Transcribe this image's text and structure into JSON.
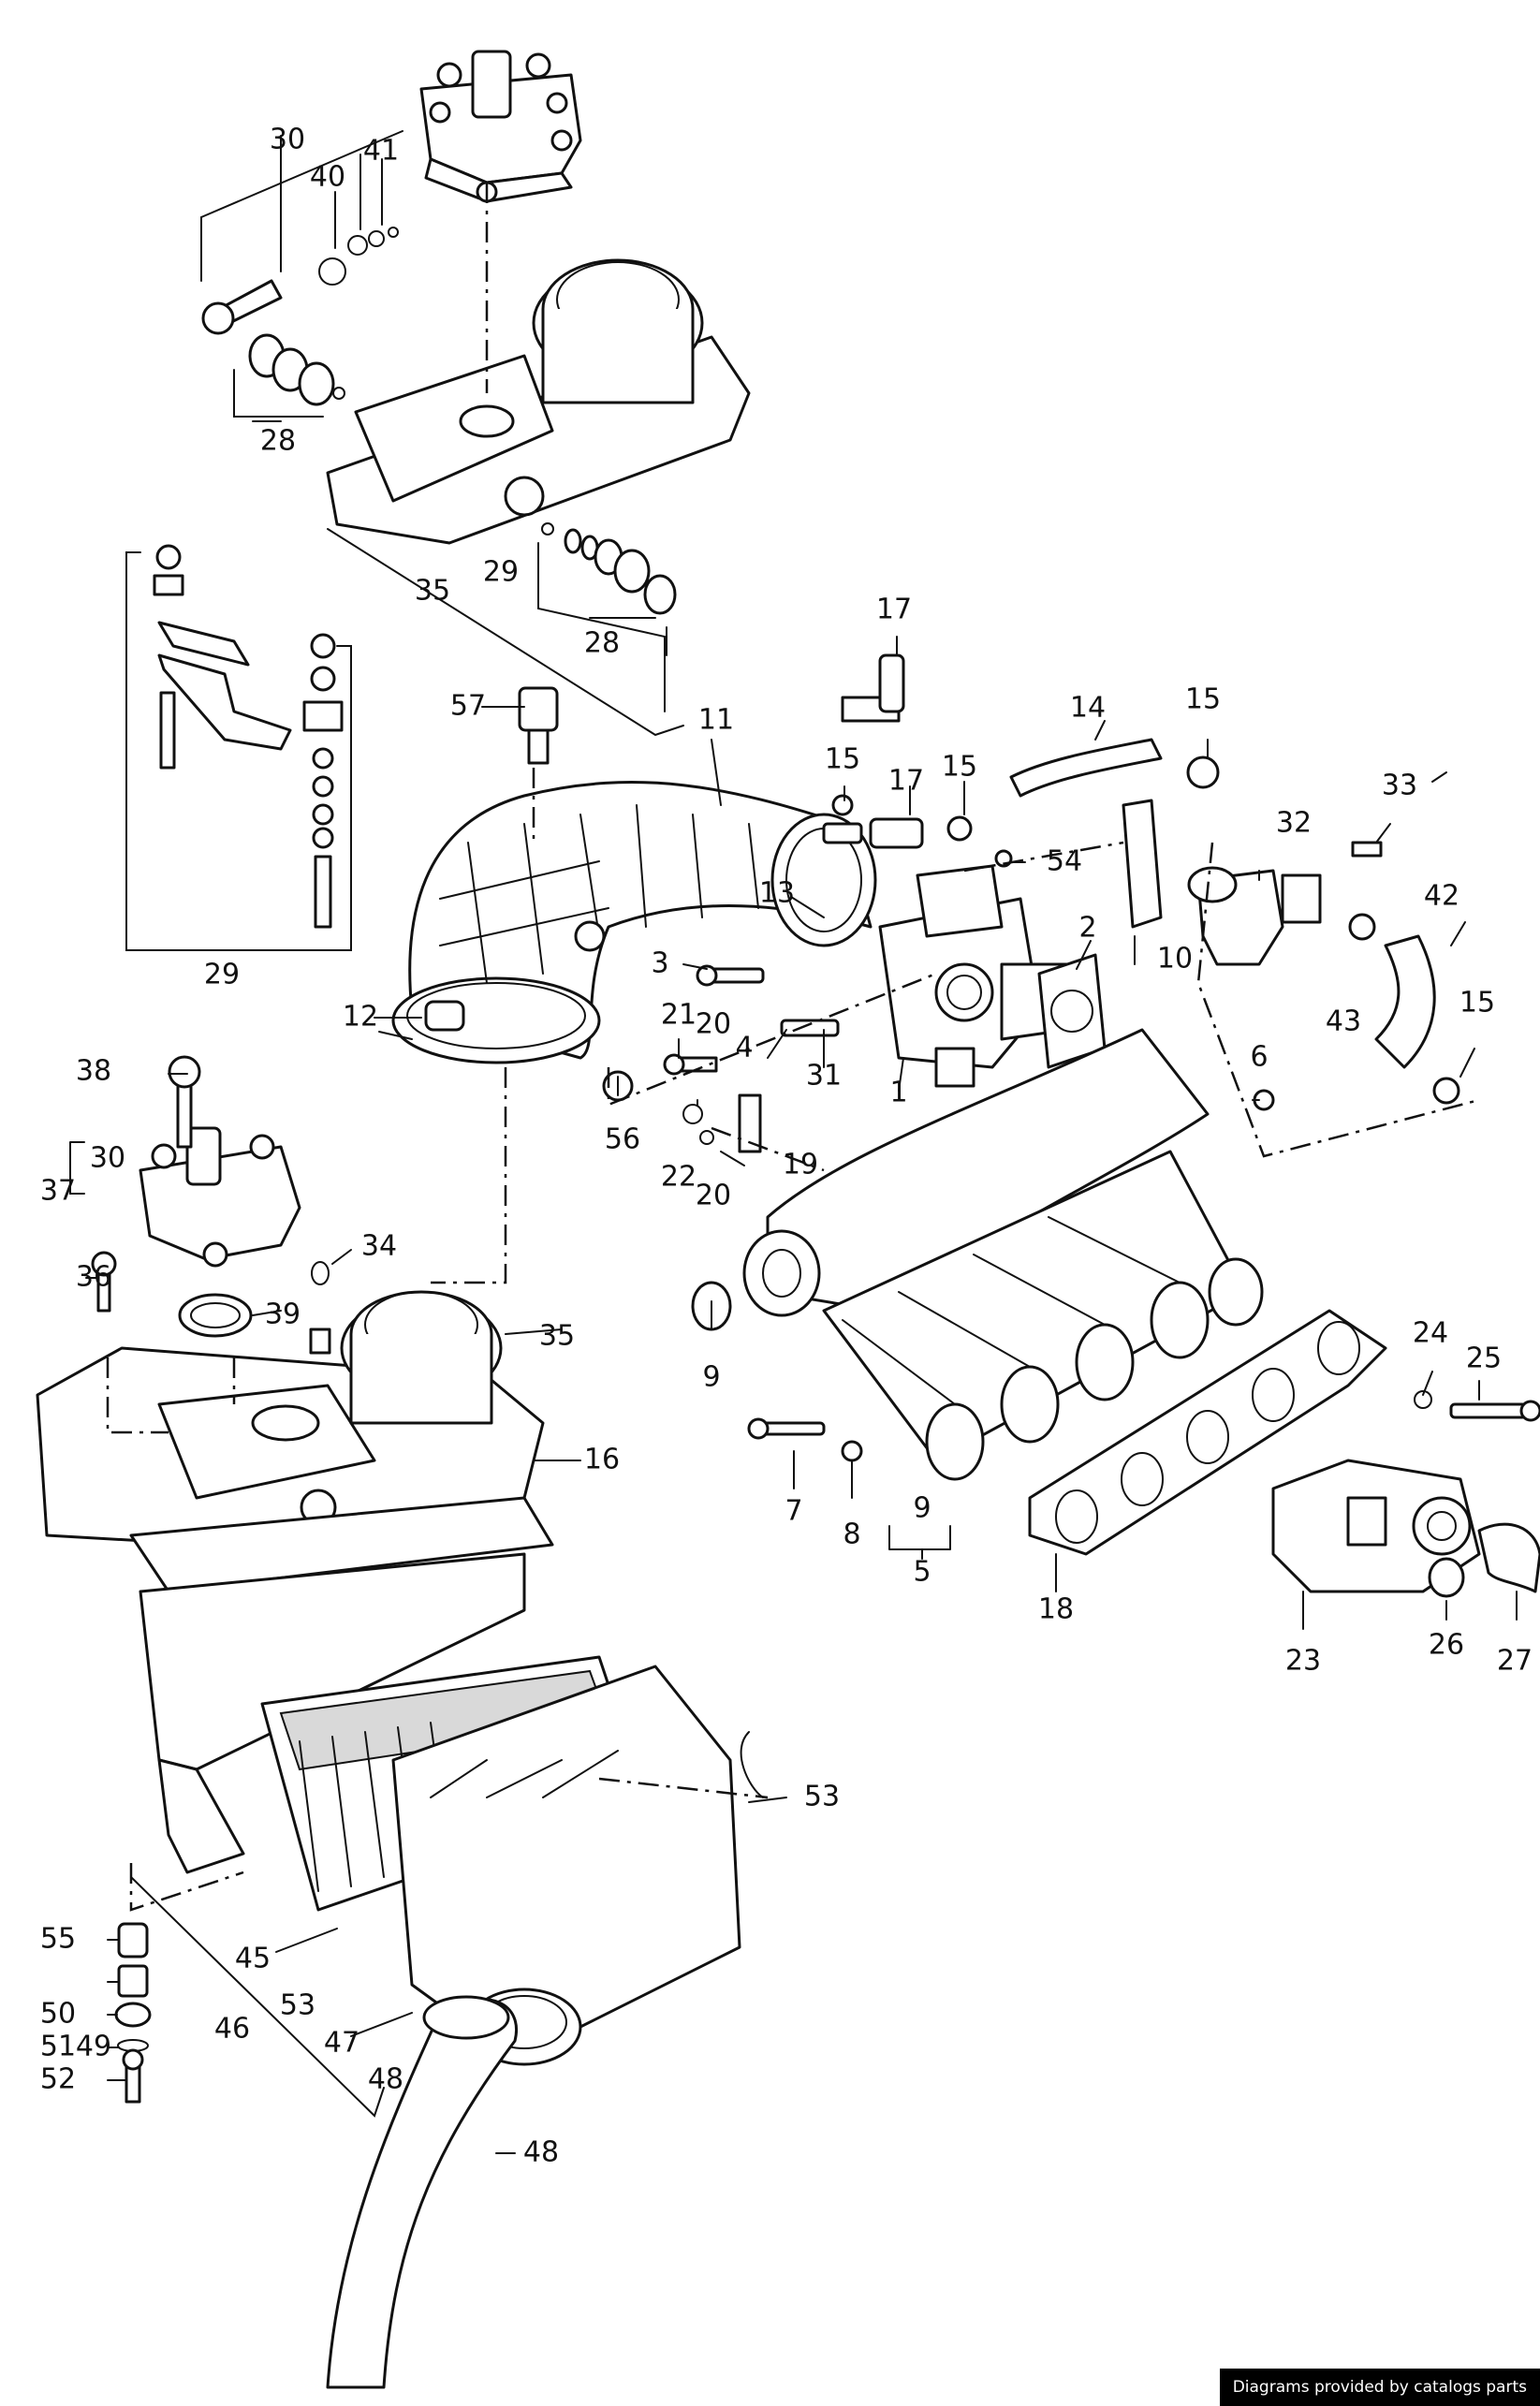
{
  "callouts": [
    {
      "id": "c1",
      "text": "1"
    },
    {
      "id": "c2",
      "text": "2"
    },
    {
      "id": "c3",
      "text": "3"
    },
    {
      "id": "c4",
      "text": "4"
    },
    {
      "id": "c5",
      "text": "5"
    },
    {
      "id": "c6",
      "text": "6"
    },
    {
      "id": "c7",
      "text": "7"
    },
    {
      "id": "c8",
      "text": "8"
    },
    {
      "id": "c9a",
      "text": "9"
    },
    {
      "id": "c9b",
      "text": "9"
    },
    {
      "id": "c10",
      "text": "10"
    },
    {
      "id": "c11",
      "text": "11"
    },
    {
      "id": "c12",
      "text": "12"
    },
    {
      "id": "c13",
      "text": "13"
    },
    {
      "id": "c14",
      "text": "14"
    },
    {
      "id": "c15a",
      "text": "15"
    },
    {
      "id": "c15b",
      "text": "15"
    },
    {
      "id": "c15c",
      "text": "15"
    },
    {
      "id": "c15d",
      "text": "15"
    },
    {
      "id": "c16",
      "text": "16"
    },
    {
      "id": "c17a",
      "text": "17"
    },
    {
      "id": "c17b",
      "text": "17"
    },
    {
      "id": "c18",
      "text": "18"
    },
    {
      "id": "c19",
      "text": "19"
    },
    {
      "id": "c20a",
      "text": "20"
    },
    {
      "id": "c20b",
      "text": "20"
    },
    {
      "id": "c21",
      "text": "21"
    },
    {
      "id": "c22",
      "text": "22"
    },
    {
      "id": "c23",
      "text": "23"
    },
    {
      "id": "c24",
      "text": "24"
    },
    {
      "id": "c25",
      "text": "25"
    },
    {
      "id": "c26",
      "text": "26"
    },
    {
      "id": "c27",
      "text": "27"
    },
    {
      "id": "c28a",
      "text": "28"
    },
    {
      "id": "c28b",
      "text": "28"
    },
    {
      "id": "c29a",
      "text": "29"
    },
    {
      "id": "c29b",
      "text": "29"
    },
    {
      "id": "c30a",
      "text": "30"
    },
    {
      "id": "c30b",
      "text": "30"
    },
    {
      "id": "c31",
      "text": "31"
    },
    {
      "id": "c32",
      "text": "32"
    },
    {
      "id": "c33",
      "text": "33"
    },
    {
      "id": "c34",
      "text": "34"
    },
    {
      "id": "c35a",
      "text": "35"
    },
    {
      "id": "c35b",
      "text": "35"
    },
    {
      "id": "c36",
      "text": "36"
    },
    {
      "id": "c37",
      "text": "37"
    },
    {
      "id": "c38",
      "text": "38"
    },
    {
      "id": "c39",
      "text": "39"
    },
    {
      "id": "c40",
      "text": "40"
    },
    {
      "id": "c41",
      "text": "41"
    },
    {
      "id": "c42",
      "text": "42"
    },
    {
      "id": "c43",
      "text": "43"
    },
    {
      "id": "c45",
      "text": "45"
    },
    {
      "id": "c46",
      "text": "46"
    },
    {
      "id": "c47",
      "text": "47"
    },
    {
      "id": "c48a",
      "text": "48"
    },
    {
      "id": "c48b",
      "text": "48"
    },
    {
      "id": "c49",
      "text": "49"
    },
    {
      "id": "c50",
      "text": "50"
    },
    {
      "id": "c51",
      "text": "51"
    },
    {
      "id": "c52",
      "text": "52"
    },
    {
      "id": "c53a",
      "text": "53"
    },
    {
      "id": "c53b",
      "text": "53"
    },
    {
      "id": "c54",
      "text": "54"
    },
    {
      "id": "c55",
      "text": "55"
    },
    {
      "id": "c56",
      "text": "56"
    },
    {
      "id": "c57",
      "text": "57"
    }
  ],
  "credit": "Diagrams provided by catalogs parts"
}
